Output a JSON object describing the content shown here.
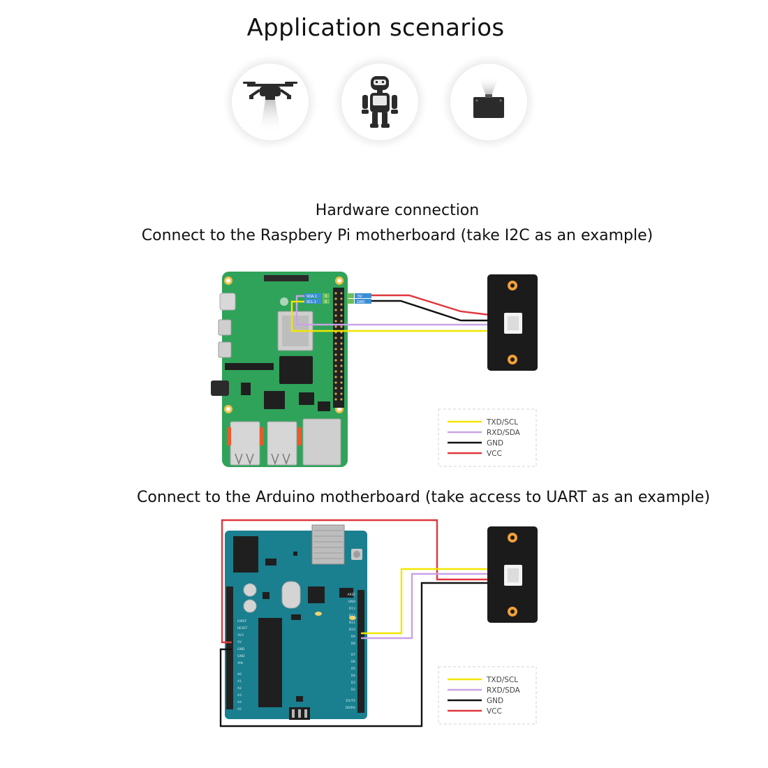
{
  "header": {
    "title": "Application scenarios"
  },
  "scenarios": [
    {
      "icon": "drone-icon"
    },
    {
      "icon": "robot-icon"
    },
    {
      "icon": "sensor-module-icon"
    }
  ],
  "hardware": {
    "heading": "Hardware connection",
    "raspberry_caption": "Connect to the Raspbery Pi motherboard (take I2C as an example)",
    "arduino_caption": "Connect to the Arduino motherboard (take access to UART as an example)",
    "rpi_pin_labels": [
      "SDA.1",
      "SCL.1",
      "3",
      "5",
      "5V",
      "GND"
    ],
    "arduino_pin_labels": [
      "IOREF",
      "RESET",
      "3V3",
      "5V",
      "GND",
      "GND",
      "VIN",
      "A0",
      "A1",
      "A2",
      "A3",
      "A4",
      "A5",
      "AREF",
      "GND",
      "D13",
      "D12",
      "D11",
      "D10",
      "D9",
      "D8",
      "D7",
      "D6",
      "D5",
      "D4",
      "D3",
      "D2",
      "D1/TX",
      "D0/RX"
    ]
  },
  "legend": [
    {
      "label": "TXD/SCL",
      "color": "#f2e600"
    },
    {
      "label": "RXD/SDA",
      "color": "#c9a2e6"
    },
    {
      "label": "GND",
      "color": "#111111"
    },
    {
      "label": "VCC",
      "color": "#e0363d"
    }
  ],
  "colors": {
    "rpi_board": "#2fa35a",
    "arduino_board": "#1a7f8e",
    "module": "#1b1b1b",
    "mount_hole": "#f0a03a"
  }
}
